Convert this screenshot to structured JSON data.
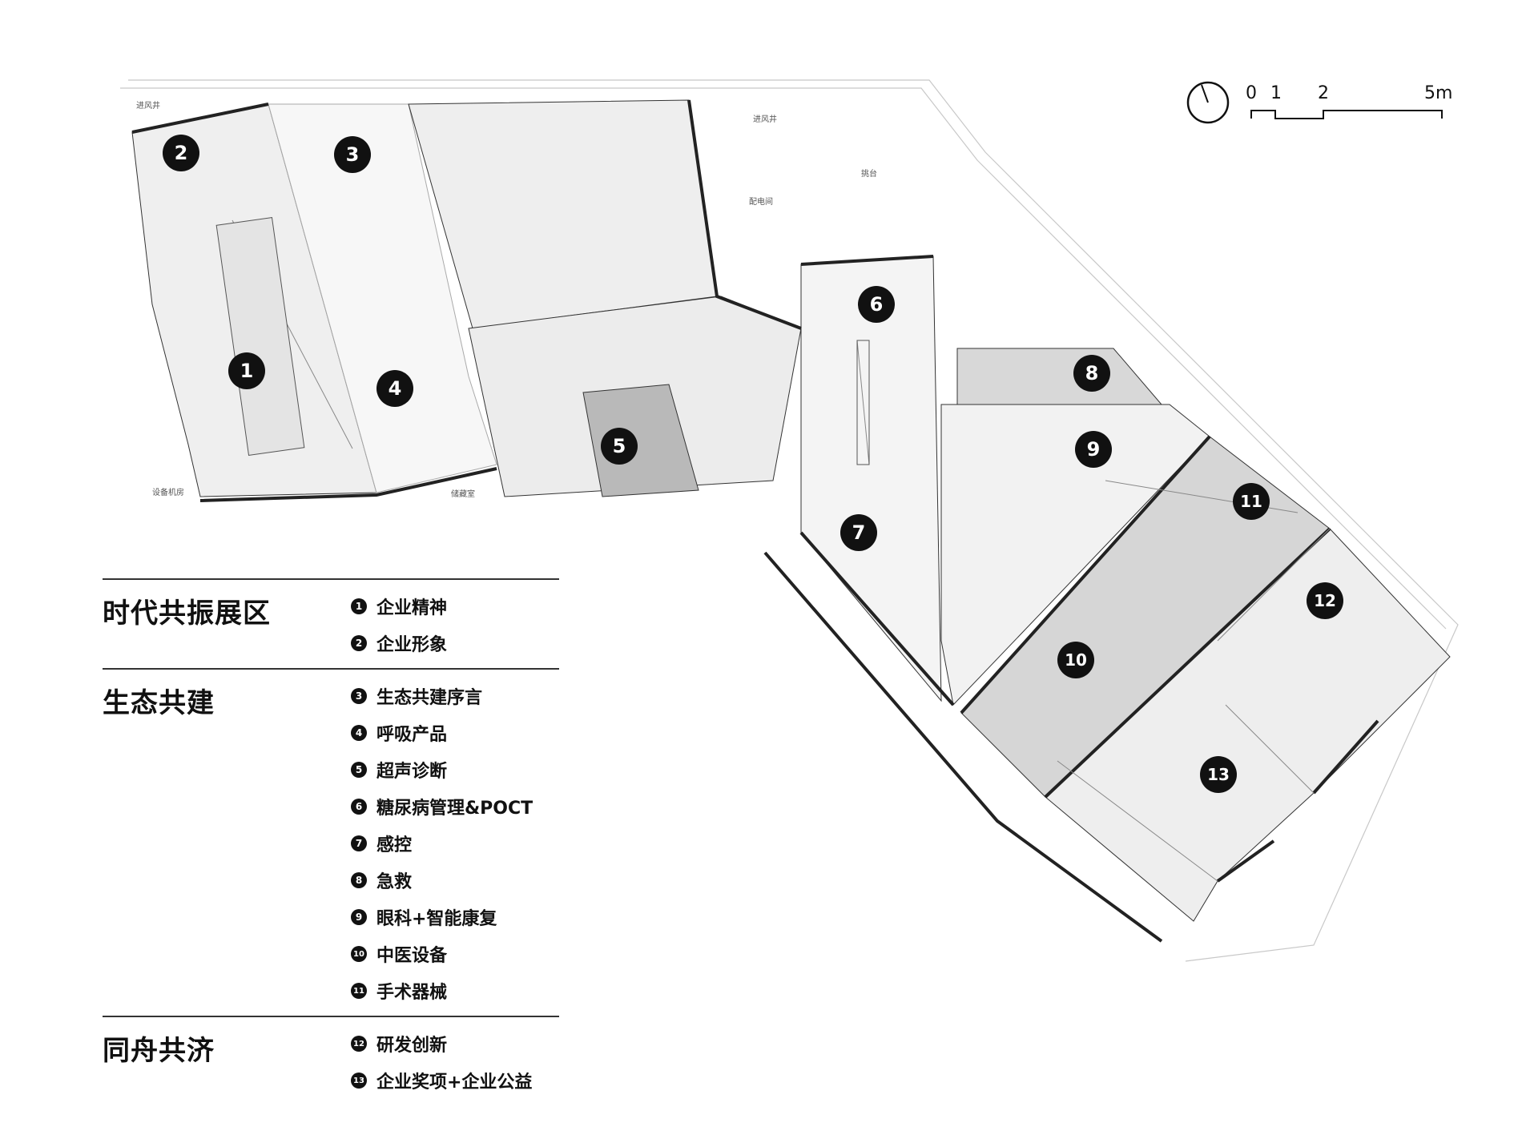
{
  "scale_bar": {
    "ticks": [
      "0",
      "1",
      "2",
      "5m"
    ]
  },
  "room_labels": {
    "jinfeng_1": "进风井",
    "jinfeng_2": "进风井",
    "peidian": "配电间",
    "tiaotai": "挑台",
    "shebei": "设备机房",
    "chucang": "储藏室"
  },
  "markers": [
    "1",
    "2",
    "3",
    "4",
    "5",
    "6",
    "7",
    "8",
    "9",
    "10",
    "11",
    "12",
    "13"
  ],
  "legend": [
    {
      "title": "时代共振展区",
      "items": [
        {
          "num": "1",
          "label": "企业精神"
        },
        {
          "num": "2",
          "label": "企业形象"
        }
      ]
    },
    {
      "title": "生态共建",
      "items": [
        {
          "num": "3",
          "label": "生态共建序言"
        },
        {
          "num": "4",
          "label": "呼吸产品"
        },
        {
          "num": "5",
          "label": "超声诊断"
        },
        {
          "num": "6",
          "label": "糖尿病管理&POCT"
        },
        {
          "num": "7",
          "label": "感控"
        },
        {
          "num": "8",
          "label": "急救"
        },
        {
          "num": "9",
          "label": "眼科+智能康复"
        },
        {
          "num": "10",
          "label": "中医设备"
        },
        {
          "num": "11",
          "label": "手术器械"
        }
      ]
    },
    {
      "title": "同舟共济",
      "items": [
        {
          "num": "12",
          "label": "研发创新"
        },
        {
          "num": "13",
          "label": "企业奖项+企业公益"
        }
      ]
    }
  ],
  "colors": {
    "marker": "#111111",
    "zone_light": "#efefef",
    "zone_mid": "#d6d6d6",
    "zone_dark": "#b9b9b9",
    "wall": "#222222"
  }
}
